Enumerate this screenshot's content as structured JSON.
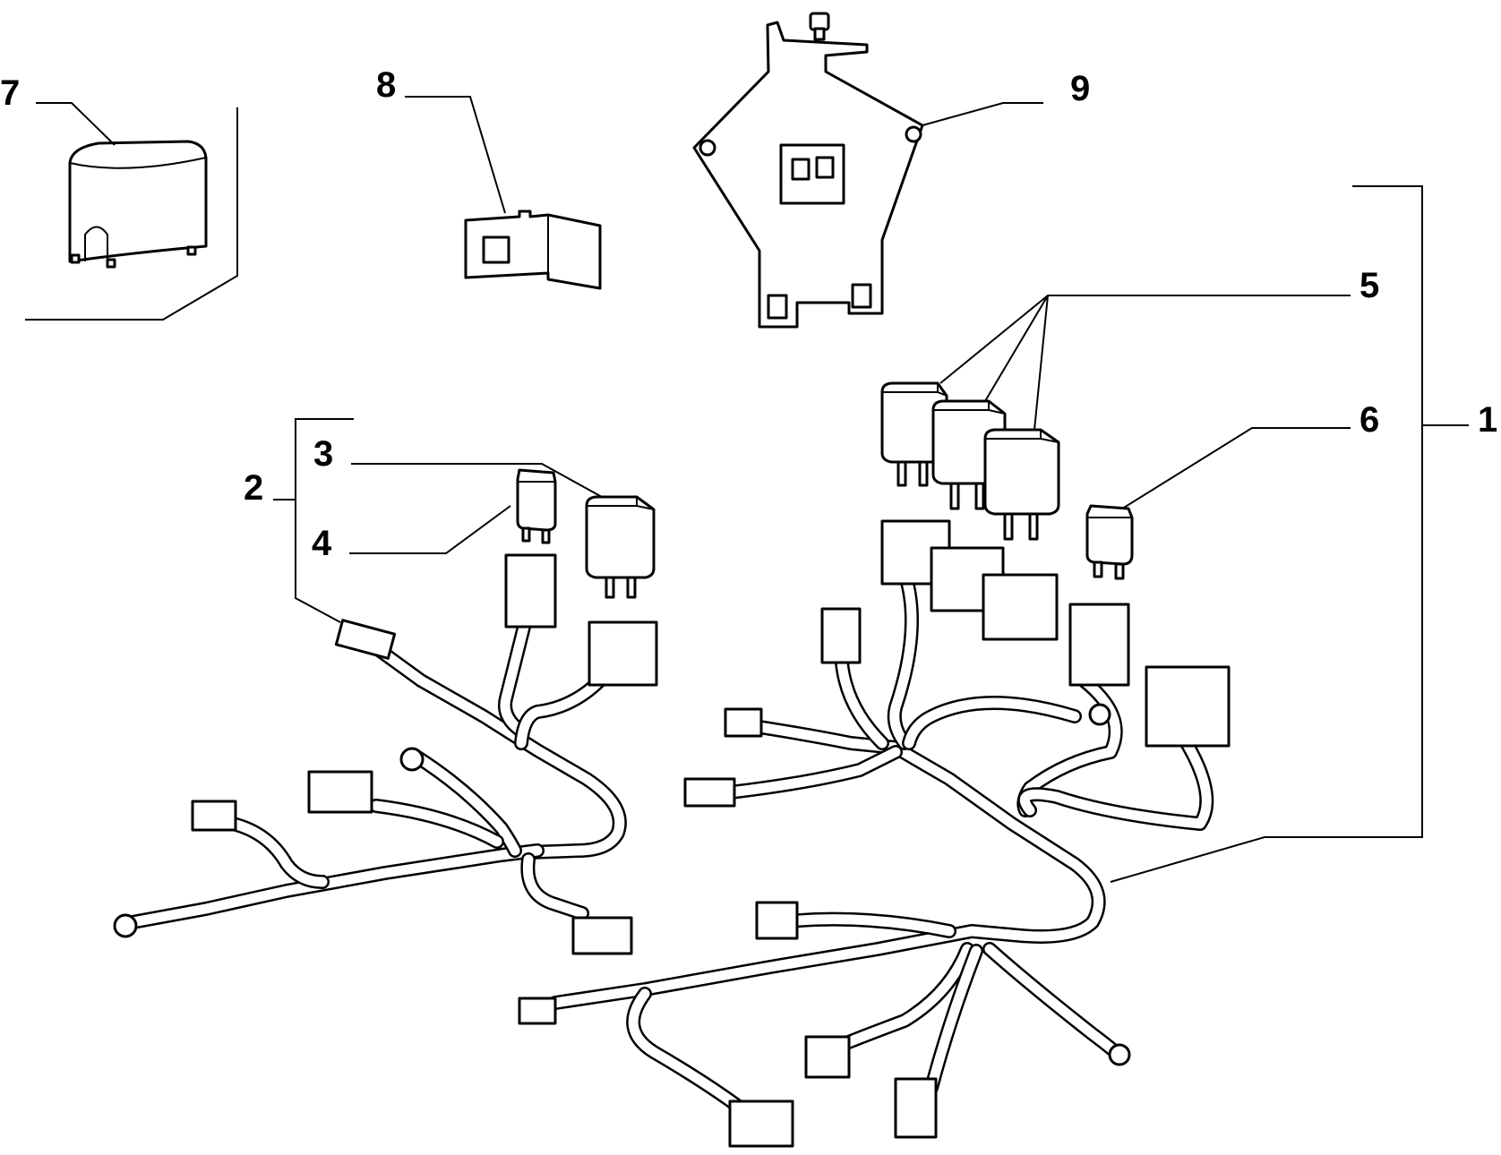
{
  "diagram": {
    "callouts": [
      {
        "id": "7",
        "label": "7"
      },
      {
        "id": "8",
        "label": "8"
      },
      {
        "id": "9",
        "label": "9"
      },
      {
        "id": "5",
        "label": "5"
      },
      {
        "id": "1",
        "label": "1"
      },
      {
        "id": "6",
        "label": "6"
      },
      {
        "id": "2",
        "label": "2"
      },
      {
        "id": "3",
        "label": "3"
      },
      {
        "id": "4",
        "label": "4"
      }
    ],
    "colors": {
      "ink": "#000000",
      "paper": "#ffffff"
    }
  }
}
